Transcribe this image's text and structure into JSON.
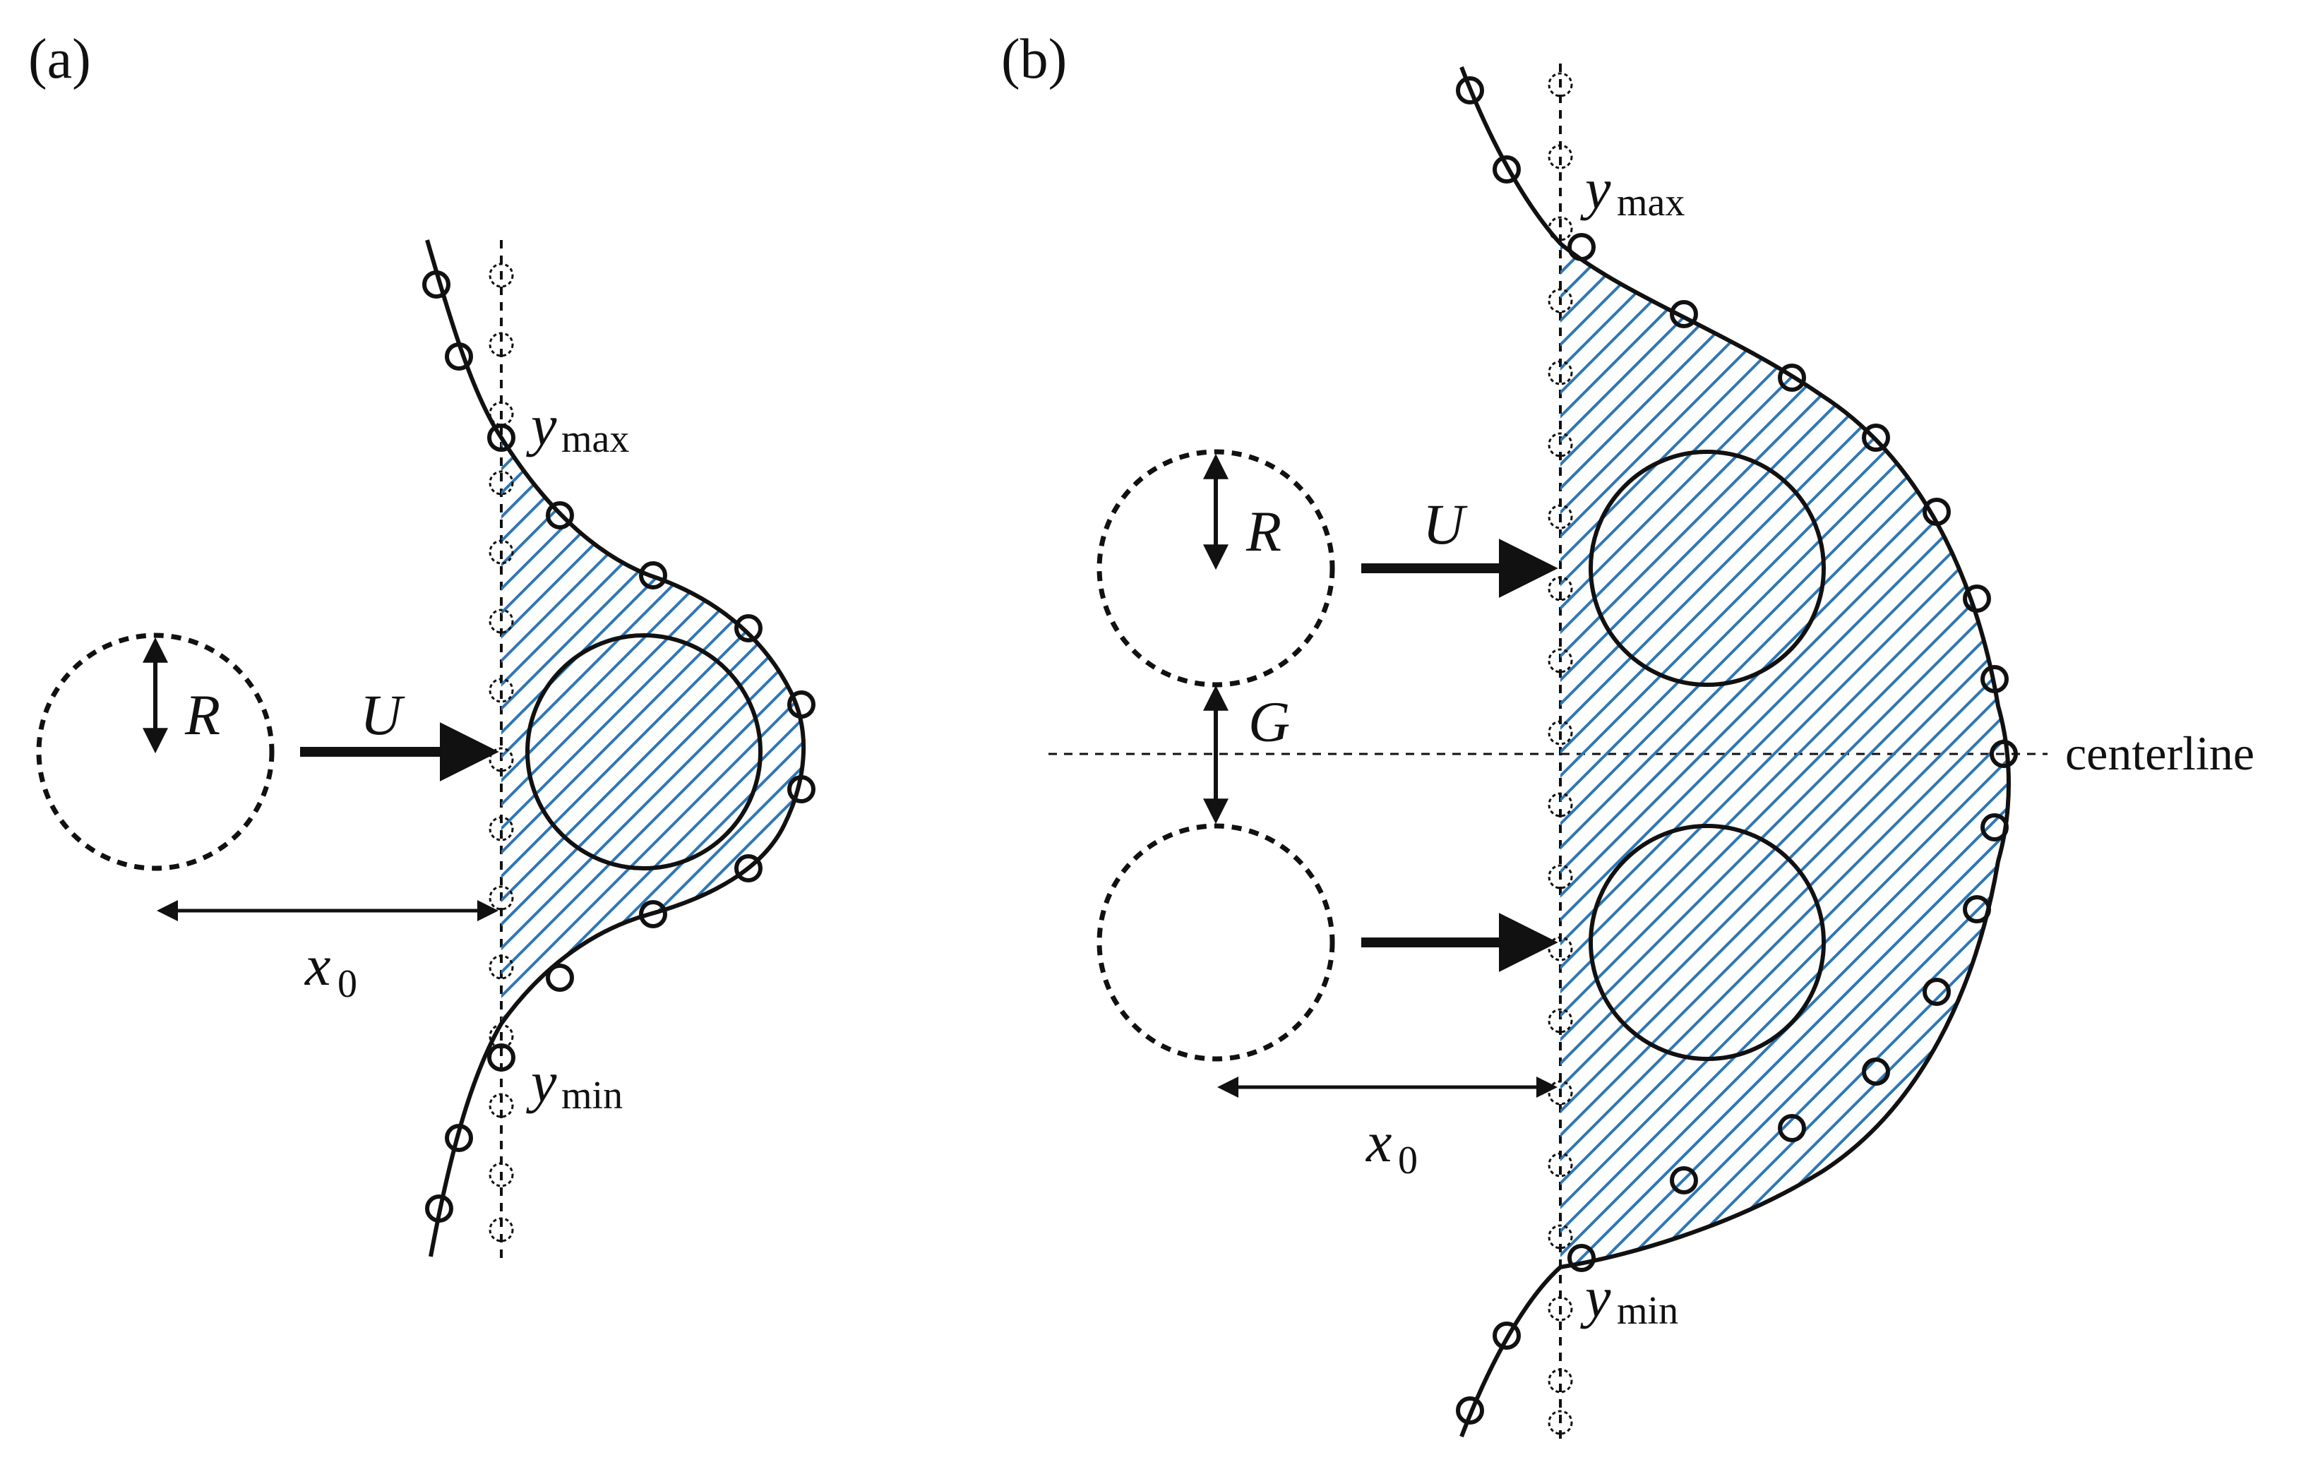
{
  "panels": [
    {
      "id": "a",
      "label": "(a)",
      "radius_label": "R",
      "velocity_label": "U",
      "distance_label": "x",
      "distance_sub": "0",
      "ymax_label": "y",
      "ymax_sub": "max",
      "ymin_label": "y",
      "ymin_sub": "min"
    },
    {
      "id": "b",
      "label": "(b)",
      "radius_label": "R",
      "velocity_label": "U",
      "gap_label": "G",
      "centerline_label": "centerline",
      "distance_label": "x",
      "distance_sub": "0",
      "ymax_label": "y",
      "ymax_sub": "max",
      "ymin_label": "y",
      "ymin_sub": "min"
    }
  ],
  "colors": {
    "ink": "#111111",
    "hatch": "#2f77b5"
  }
}
